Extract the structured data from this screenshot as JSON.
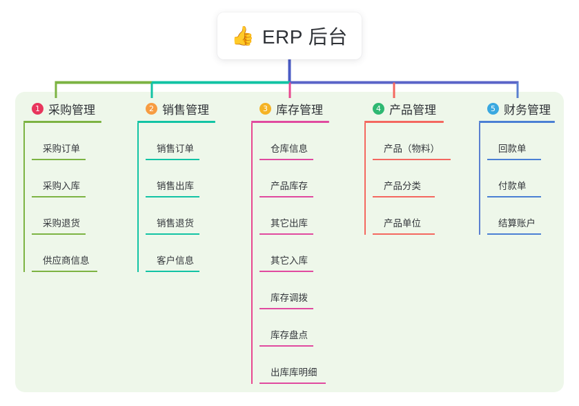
{
  "root": {
    "icon": "thumbs-up-emoji",
    "icon_glyph": "👍",
    "title": "ERP 后台"
  },
  "theme": {
    "page_background": "#ffffff",
    "panel_background": "#eef7ea",
    "root_stem": "#4a5bc4",
    "bar_left": "#7cb342",
    "bar_mid": "#11c3a4",
    "bar_right": "#5a64c8",
    "text": "#2f3237"
  },
  "branches": [
    {
      "number": "1",
      "badge_color": "#e8365d",
      "line_color": "#7cb342",
      "drop_color": "#7cb342",
      "title": "采购管理",
      "items": [
        "采购订单",
        "采购入库",
        "采购退货",
        "供应商信息"
      ]
    },
    {
      "number": "2",
      "badge_color": "#f79c42",
      "line_color": "#11c3a4",
      "drop_color": "#11c3a4",
      "title": "销售管理",
      "items": [
        "销售订单",
        "销售出库",
        "销售退货",
        "客户信息"
      ]
    },
    {
      "number": "3",
      "badge_color": "#f5b325",
      "line_color": "#e0499f",
      "drop_color": "#e8478f",
      "title": "库存管理",
      "items": [
        "仓库信息",
        "产品库存",
        "其它出库",
        "其它入库",
        "库存调拨",
        "库存盘点",
        "出库库明细"
      ]
    },
    {
      "number": "4",
      "badge_color": "#2eb872",
      "line_color": "#f4675f",
      "drop_color": "#f4675f",
      "title": "产品管理",
      "items": [
        "产品（物料）",
        "产品分类",
        "产品单位"
      ]
    },
    {
      "number": "5",
      "badge_color": "#3aa8e0",
      "line_color": "#4a7fd4",
      "drop_color": "#5a7fd0",
      "title": "财务管理",
      "items": [
        "回款单",
        "付款单",
        "结算账户"
      ]
    }
  ]
}
